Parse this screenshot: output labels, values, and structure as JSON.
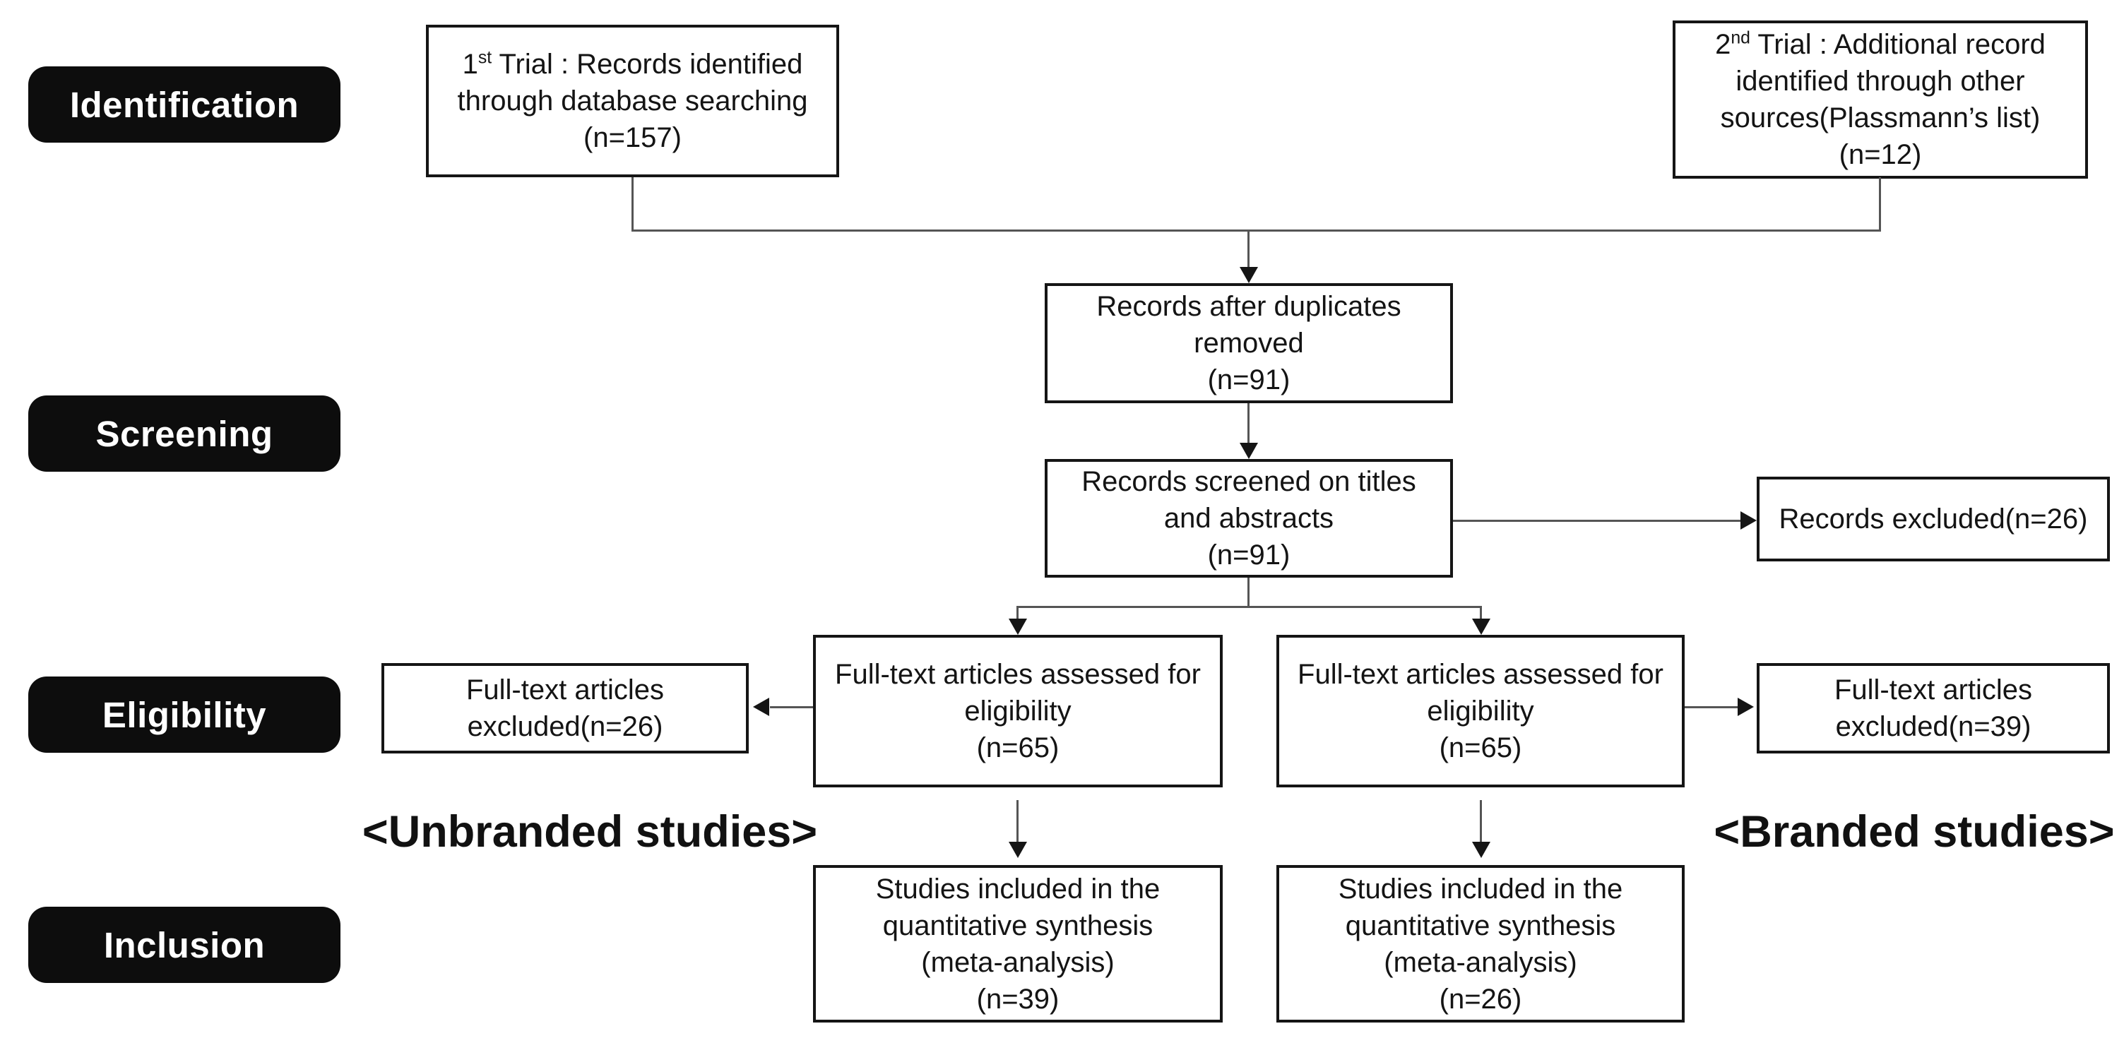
{
  "diagram": {
    "type": "prisma-flowchart",
    "stages": [
      {
        "label": "Identification"
      },
      {
        "label": "Screening"
      },
      {
        "label": "Eligibility"
      },
      {
        "label": "Inclusion"
      }
    ],
    "boxes": {
      "trial1": {
        "num": "1",
        "sup": "st",
        "text": " Trial : Records identified\nthrough database searching\n(n=157)",
        "n": 157
      },
      "trial2": {
        "num": "2",
        "sup": "nd",
        "text": " Trial : Additional record\nidentified through other\nsources(Plassmann’s list)\n(n=12)",
        "n": 12
      },
      "duplicates_removed": {
        "text": "Records after duplicates\nremoved\n(n=91)",
        "n": 91
      },
      "records_screened": {
        "text": "Records screened on titles\nand abstracts\n(n=91)",
        "n": 91
      },
      "records_excluded": {
        "text": "Records excluded(n=26)",
        "n": 26
      },
      "fulltext_assessed_unbranded": {
        "text": "Full-text articles assessed for\neligibility\n(n=65)",
        "n": 65
      },
      "fulltext_assessed_branded": {
        "text": "Full-text articles assessed for\neligibility\n(n=65)",
        "n": 65
      },
      "fulltext_excluded_unbranded": {
        "text": "Full-text articles\nexcluded(n=26)",
        "n": 26
      },
      "fulltext_excluded_branded": {
        "text": "Full-text articles\nexcluded(n=39)",
        "n": 39
      },
      "included_unbranded": {
        "text": "Studies included in the\nquantitative synthesis\n(meta-analysis)\n(n=39)",
        "n": 39
      },
      "included_branded": {
        "text": "Studies included in the\nquantitative synthesis\n(meta-analysis)\n(n=26)",
        "n": 26
      }
    },
    "group_labels": {
      "left": "<Unbranded studies>",
      "right": "<Branded studies>"
    },
    "colors": {
      "background": "#ffffff",
      "stage_pill_bg": "#0d0d0d",
      "stage_pill_text": "#ffffff",
      "box_border": "#151515",
      "box_text": "#141414",
      "connector_line": "#555555",
      "arrowhead": "#151515"
    }
  }
}
